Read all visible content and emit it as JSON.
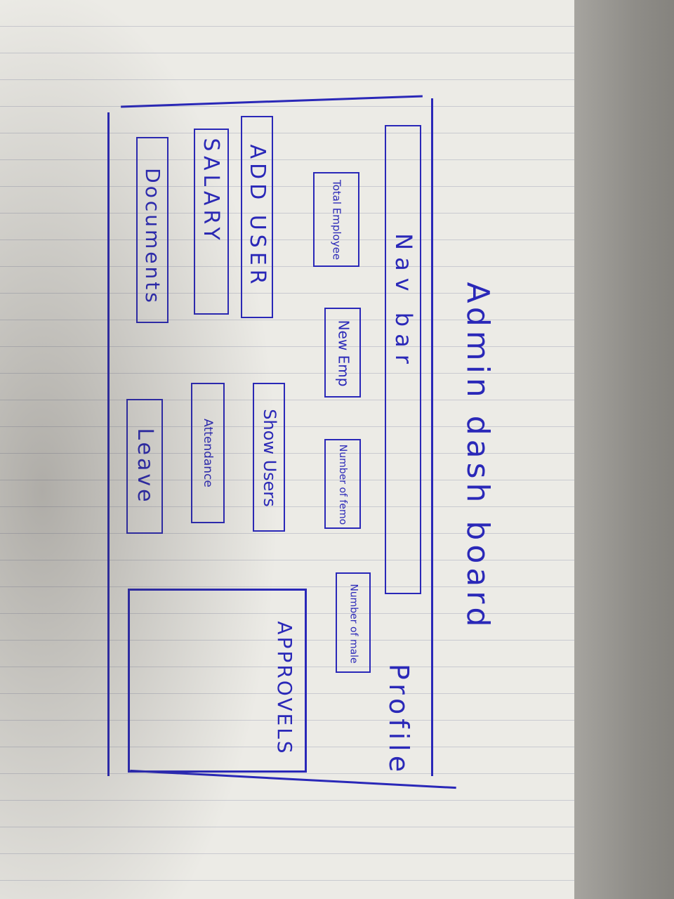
{
  "sketch": {
    "title": "Admin dash board",
    "navbar_label": "Nav bar",
    "profile_label": "Profile",
    "stats": [
      "Total Employee",
      "New Emp",
      "Number of femo",
      "Number of male"
    ],
    "menu_left": [
      {
        "label": "ADD USER"
      },
      {
        "label": "SALARY"
      },
      {
        "label": "Documents"
      }
    ],
    "menu_right": [
      {
        "label": "Show Users"
      },
      {
        "label": "Attendance"
      },
      {
        "label": "Leave"
      }
    ],
    "approvals_label": "APPROVELS",
    "ink_color": "#2a28b8",
    "paper_color": "#ecebe6"
  }
}
